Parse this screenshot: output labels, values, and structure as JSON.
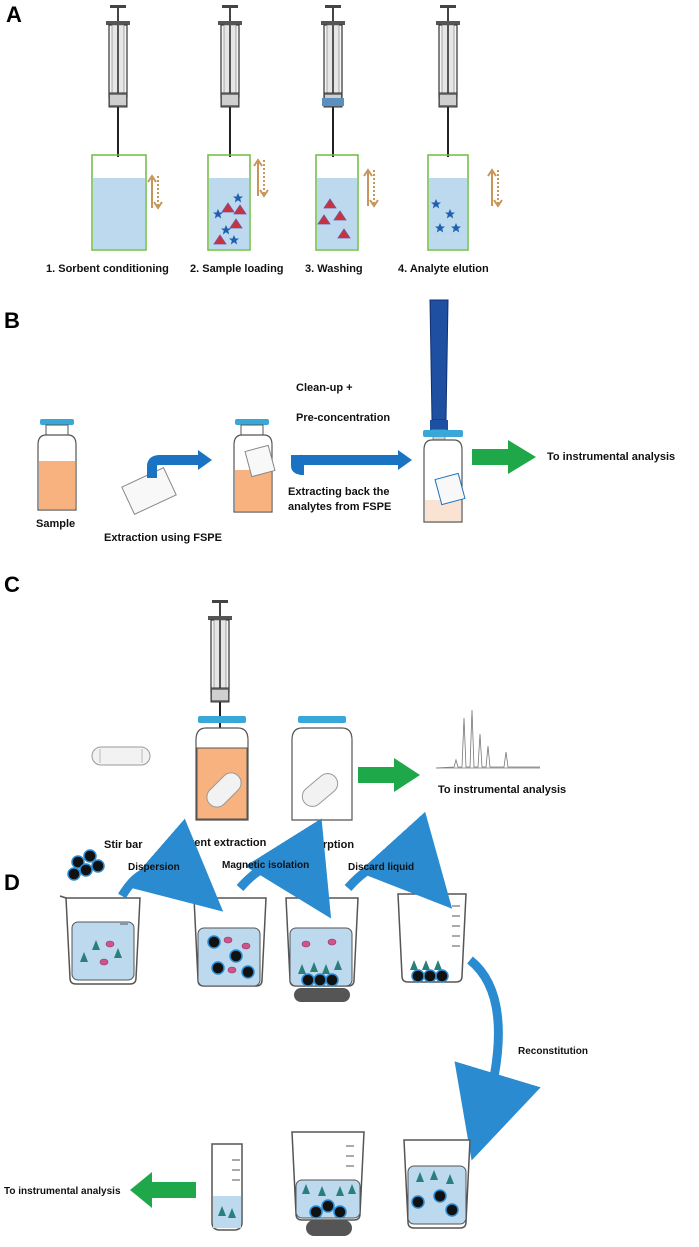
{
  "panels": {
    "a": {
      "letter": "A",
      "steps": [
        "1. Sorbent conditioning",
        "2. Sample loading",
        "3. Washing",
        "4. Analyte elution"
      ]
    },
    "b": {
      "letter": "B",
      "sample": "Sample",
      "extraction": "Extraction using FSPE",
      "cleanup": "Clean-up +",
      "preconc": "Pre-concentration",
      "back1": "Extracting back the",
      "back2": "analytes from FSPE",
      "to_instr": "To instrumental analysis"
    },
    "c": {
      "letter": "C",
      "stirbar": "Stir bar",
      "solvent": "Solvent extraction",
      "desorption": "Desorption",
      "to_instr": "To instrumental analysis"
    },
    "d": {
      "letter": "D",
      "dispersion": "Dispersion",
      "magnetic": "Magnetic isolation",
      "discard": "Discard liquid",
      "reconstitution": "Reconstitution",
      "to_instr": "To instrumental analysis"
    }
  },
  "colors": {
    "liquid": "#bcd9ee",
    "sample": "#f7b27f",
    "blue_arrow": "#1a73c2",
    "green_arrow": "#1fa84a",
    "curve_arrow": "#2a8bd1",
    "vial_cap": "#39a8d8",
    "star": "#1f5fb0",
    "triangle": "#2a7f7a"
  }
}
